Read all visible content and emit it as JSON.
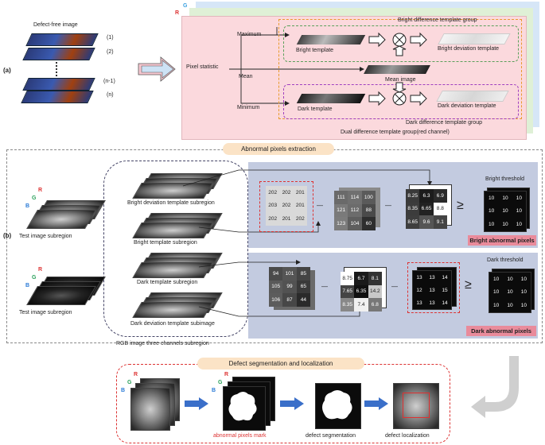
{
  "panel_a": {
    "tag": "(a)",
    "defect_free_label": "Defect-free image",
    "stack_indices": [
      "(1)",
      "(2)",
      "(n-1)",
      "(n)"
    ],
    "channels": [
      "G",
      "R"
    ],
    "pixel_statistic": "Pixel statistic",
    "maximum": "Maximum",
    "mean": "Mean",
    "minimum": "Minimum",
    "bright_template": "Bright template",
    "mean_image": "Mean image",
    "dark_template": "Dark template",
    "bright_deviation_template": "Bright deviation template",
    "dark_deviation_template": "Dark deviation template",
    "bright_group": "Bright difference template group",
    "dark_group": "Dark difference template group",
    "dual_group": "Dual difference template group(red channel)"
  },
  "panel_b": {
    "tag": "(b)",
    "header": "Abnormal pixels extraction",
    "channels": [
      "B",
      "G",
      "R"
    ],
    "test_subregion": "Test image subregion",
    "bright_deviation_subregion": "Bright deviation template subregion",
    "bright_template_subregion": "Bright template subregion",
    "dark_template_subregion": "Dark template subregion",
    "dark_deviation_subimage": "Dark deviation template subimage",
    "rgb_caption": "RGB image three channels subregion",
    "bright_threshold": "Bright threshold",
    "dark_threshold": "Dark threshold",
    "bright_abnormal": "Bright abnormal pixels",
    "dark_abnormal": "Dark abnormal pixels",
    "test_matrix": [
      "202",
      "202",
      "201",
      "203",
      "202",
      "201",
      "202",
      "201",
      "202"
    ],
    "bright_template_matrix": [
      "111",
      "114",
      "100",
      "121",
      "112",
      "88",
      "123",
      "104",
      "60"
    ],
    "bright_dev_matrix": [
      "8.25",
      "6.3",
      "6.9",
      "8.35",
      "6.65",
      "8.8",
      "8.65",
      "9.6",
      "9.1"
    ],
    "bright_threshold_matrix": [
      "10",
      "10",
      "10",
      "10",
      "10",
      "10",
      "10",
      "10",
      "10"
    ],
    "dark_template_matrix": [
      "94",
      "101",
      "85",
      "105",
      "99",
      "65",
      "106",
      "87",
      "44"
    ],
    "dark_dev_matrix": [
      "8.75",
      "6.7",
      "8.1",
      "7.65",
      "6.35",
      "14.2",
      "8.35",
      "7.4",
      "6.8"
    ],
    "dark_result_matrix": [
      "13",
      "13",
      "14",
      "12",
      "13",
      "15",
      "13",
      "13",
      "14"
    ],
    "dark_threshold_matrix": [
      "10",
      "10",
      "10",
      "10",
      "10",
      "10",
      "10",
      "10",
      "10"
    ],
    "minus": "—",
    "geq": "≥"
  },
  "panel_c": {
    "header": "Defect segmentation and localization",
    "abnormal_mark": "abnormal pixels mark",
    "segmentation": "defect segmentation",
    "localization": "defect localization"
  }
}
